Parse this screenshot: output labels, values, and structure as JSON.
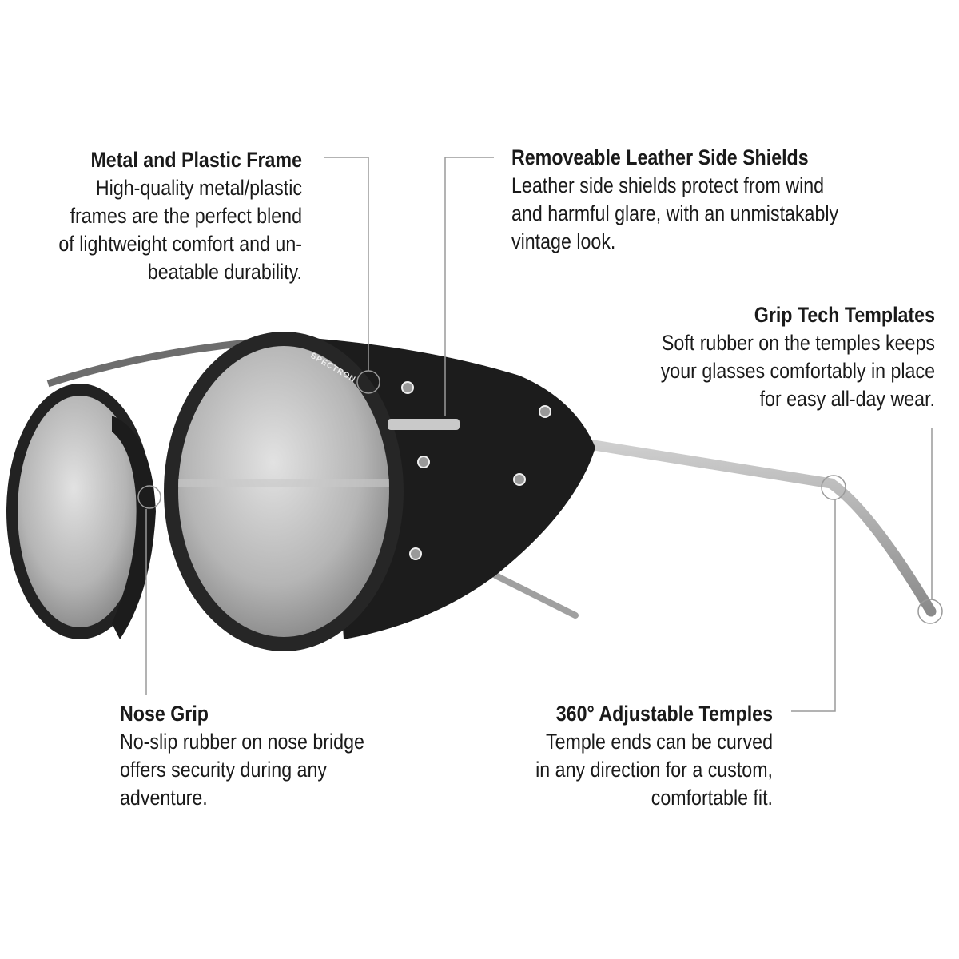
{
  "features": [
    {
      "title": "Metal and Plastic Frame",
      "lines": [
        "High-quality metal/plastic",
        "frames are the perfect blend",
        "of lightweight comfort and un-",
        "beatable durability."
      ]
    },
    {
      "title": "Removeable Leather Side Shields",
      "lines": [
        "Leather side shields protect from wind",
        "and harmful glare, with an unmistakably",
        "vintage look."
      ]
    },
    {
      "title": "Grip Tech Templates",
      "lines": [
        "Soft rubber on the temples keeps",
        "your glasses comfortably in place",
        "for easy all-day wear."
      ]
    },
    {
      "title": "Nose Grip",
      "lines": [
        "No-slip rubber on nose bridge",
        "offers security during any",
        "adventure."
      ]
    },
    {
      "title": "360° Adjustable Temples",
      "lines": [
        "Temple ends can be curved",
        "in any direction for a custom,",
        "comfortable fit."
      ]
    }
  ],
  "lens_brand": "SPECTRON",
  "colors": {
    "text": "#1a1a1a",
    "callout": "#9a9a9a",
    "leather": "#1c1c1c",
    "lens": "#b8b8b8",
    "temple": "#a9a9a9"
  }
}
